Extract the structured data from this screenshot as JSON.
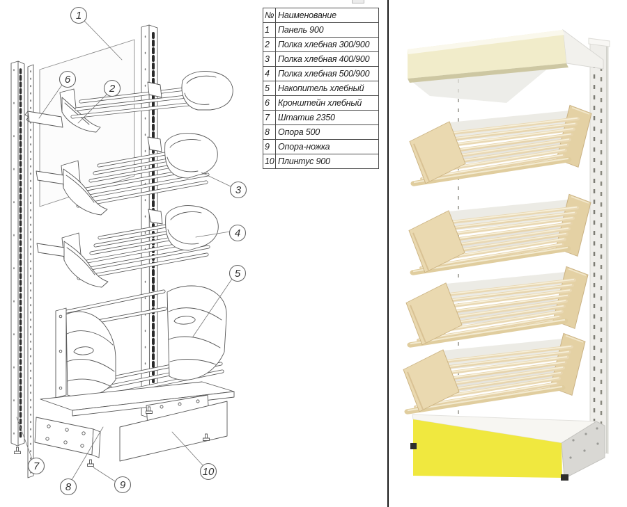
{
  "parts_table": {
    "header": {
      "num": "№",
      "name": "Наименование"
    },
    "rows": [
      {
        "num": "1",
        "name": "Панель 900"
      },
      {
        "num": "2",
        "name": "Полка хлебная 300/900"
      },
      {
        "num": "3",
        "name": "Полка хлебная 400/900"
      },
      {
        "num": "4",
        "name": "Полка хлебная 500/900"
      },
      {
        "num": "5",
        "name": "Накопитель хлебный"
      },
      {
        "num": "6",
        "name": "Кронштейн хлебный"
      },
      {
        "num": "7",
        "name": "Штатив 2350"
      },
      {
        "num": "8",
        "name": "Опора 500"
      },
      {
        "num": "9",
        "name": "Опора-ножка"
      },
      {
        "num": "10",
        "name": "Плинтус 900"
      }
    ]
  },
  "diagram": {
    "callouts": [
      {
        "label": "1"
      },
      {
        "label": "2"
      },
      {
        "label": "3"
      },
      {
        "label": "4"
      },
      {
        "label": "5"
      },
      {
        "label": "6"
      },
      {
        "label": "7"
      },
      {
        "label": "8"
      },
      {
        "label": "9"
      },
      {
        "label": "10"
      }
    ]
  },
  "colors": {
    "divider": "#1a1a1a",
    "drawing_line": "#565656",
    "canopy_cream": "#f1ecca",
    "canopy_top_highlight": "#faf8ec",
    "canopy_underside": "#cdc7a2",
    "wood_light": "#ead9b0",
    "wood_rail": "#e9d8b3",
    "wood_edge": "#c9b183",
    "plinth_yellow": "#f0e83f",
    "metal_grey": "#d9d8d4",
    "post_white": "#efeeea"
  }
}
